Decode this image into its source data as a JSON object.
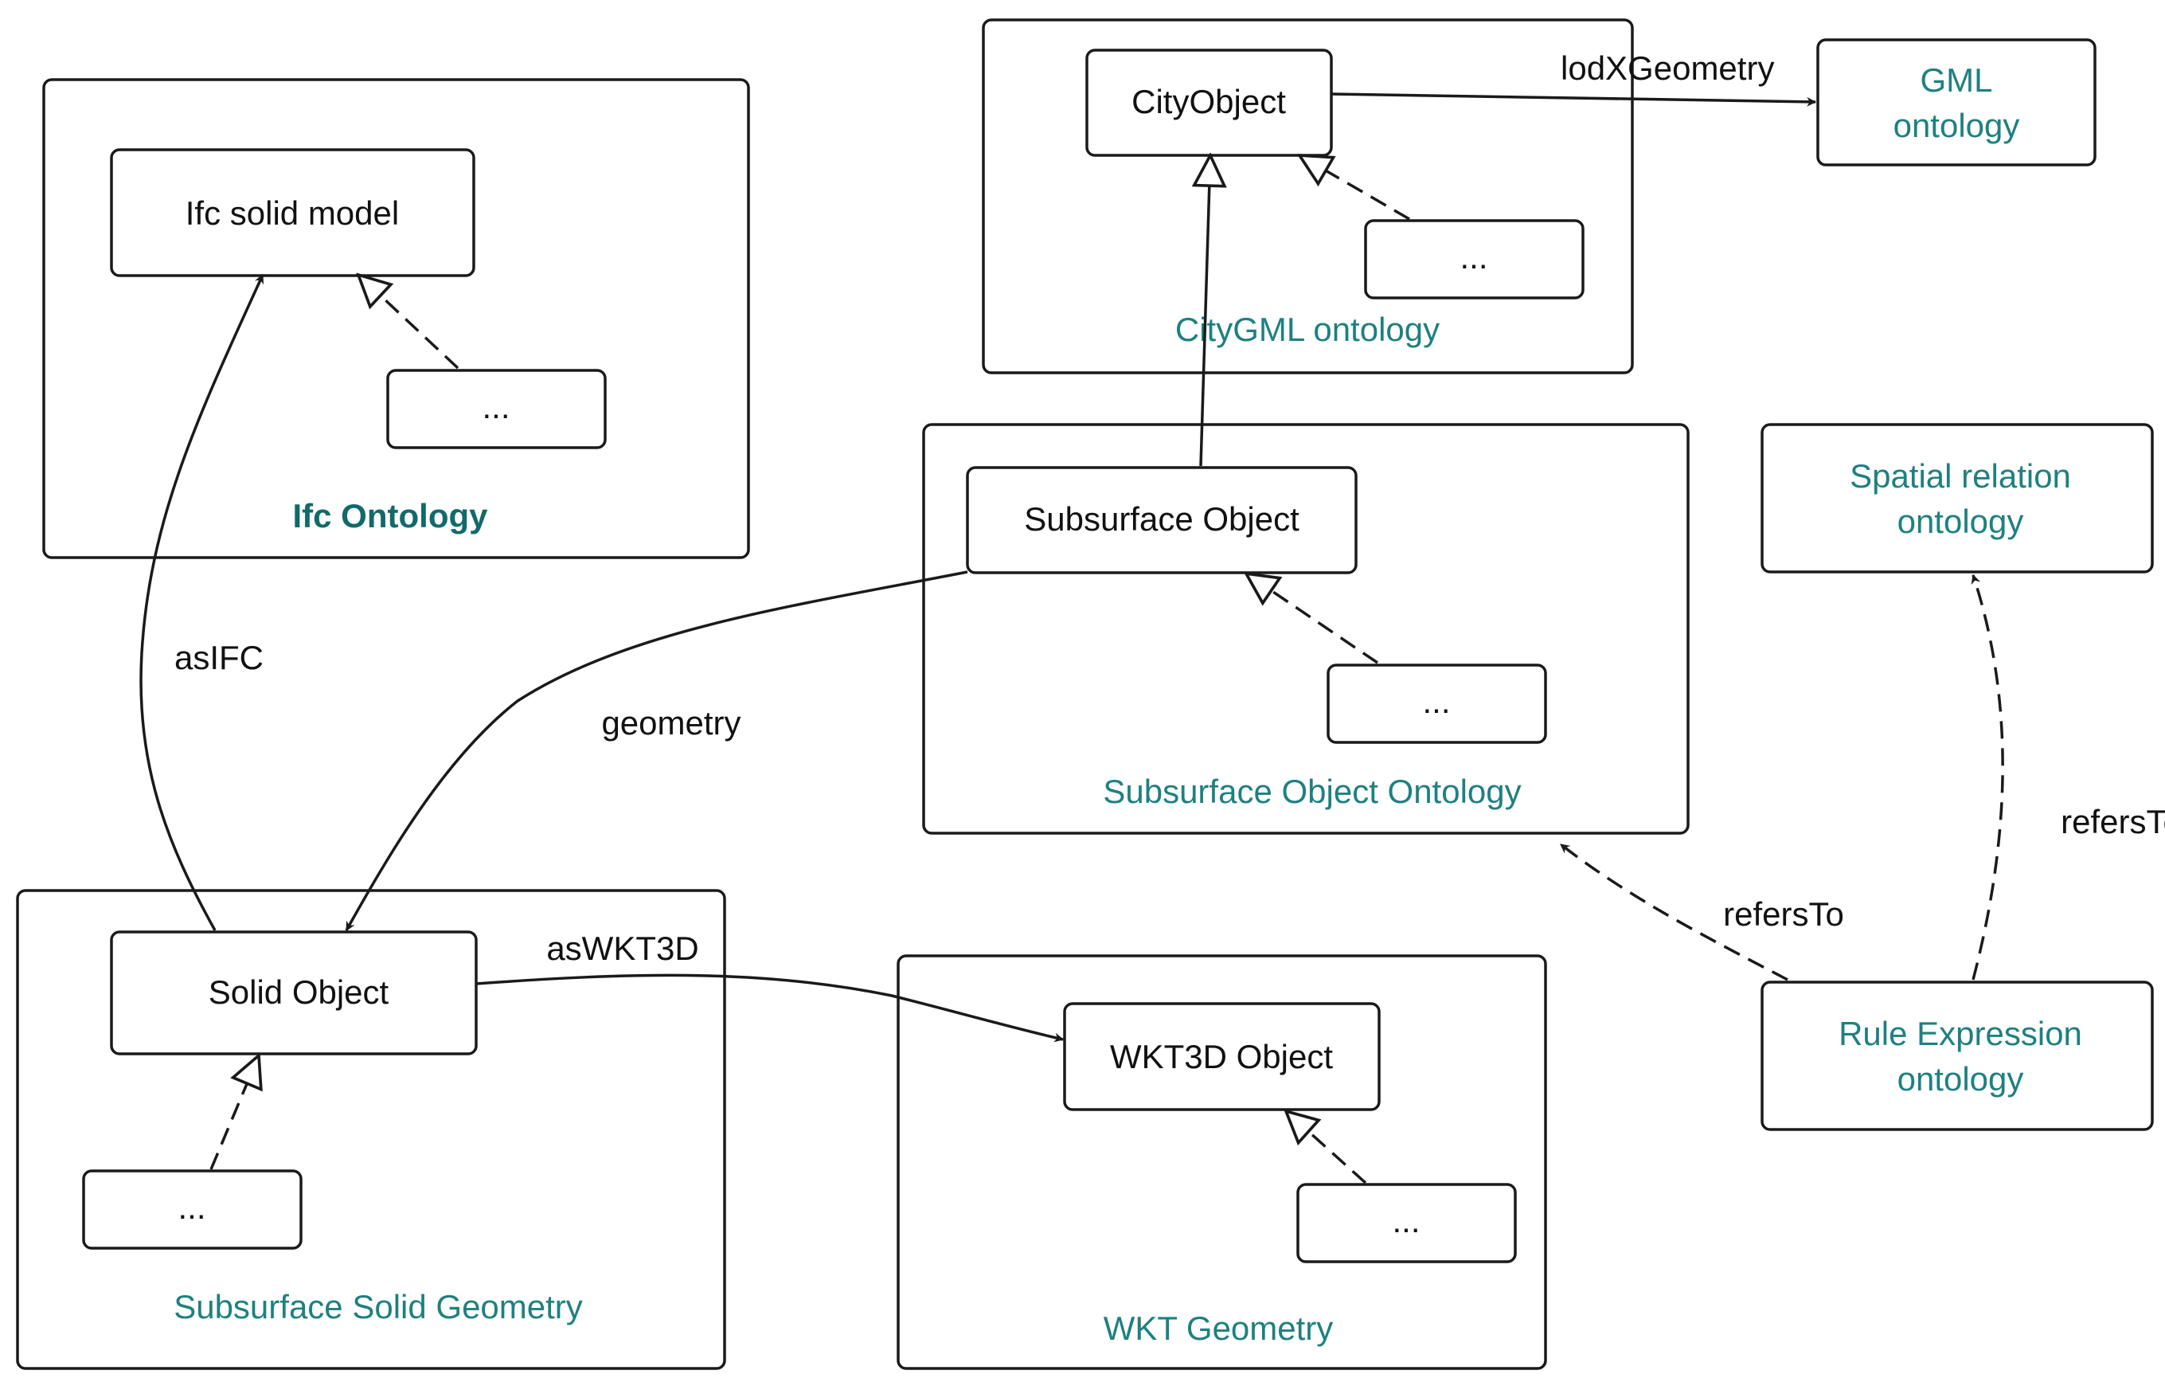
{
  "containers": {
    "ifc": "Ifc Ontology",
    "citygml": "CityGML ontology",
    "subsurface": "Subsurface Object Ontology",
    "solid_geometry": "Subsurface Solid Geometry",
    "wkt_geometry": "WKT Geometry"
  },
  "standalone": {
    "gml_line1": "GML",
    "gml_line2": "ontology",
    "spatial_line1": "Spatial relation",
    "spatial_line2": "ontology",
    "rule_line1": "Rule Expression",
    "rule_line2": "ontology"
  },
  "nodes": {
    "ifc_solid_model": "Ifc solid model",
    "ifc_sub": "...",
    "city_object": "CityObject",
    "city_sub": "...",
    "subsurface_object": "Subsurface Object",
    "subsurface_sub": "...",
    "solid_object": "Solid Object",
    "solid_sub": "...",
    "wkt3d_object": "WKT3D Object",
    "wkt3d_sub": "..."
  },
  "edges": {
    "lodx_geometry": "lodXGeometry",
    "as_ifc": "asIFC",
    "geometry": "geometry",
    "as_wkt3d": "asWKT3D",
    "refers_to_subsurface": "refersTo",
    "refers_to_spatial": "refersTo"
  },
  "colors": {
    "stroke": "#1a1a1a",
    "teal_label": "#1e8080",
    "teal_bold_label": "#126a6a"
  }
}
